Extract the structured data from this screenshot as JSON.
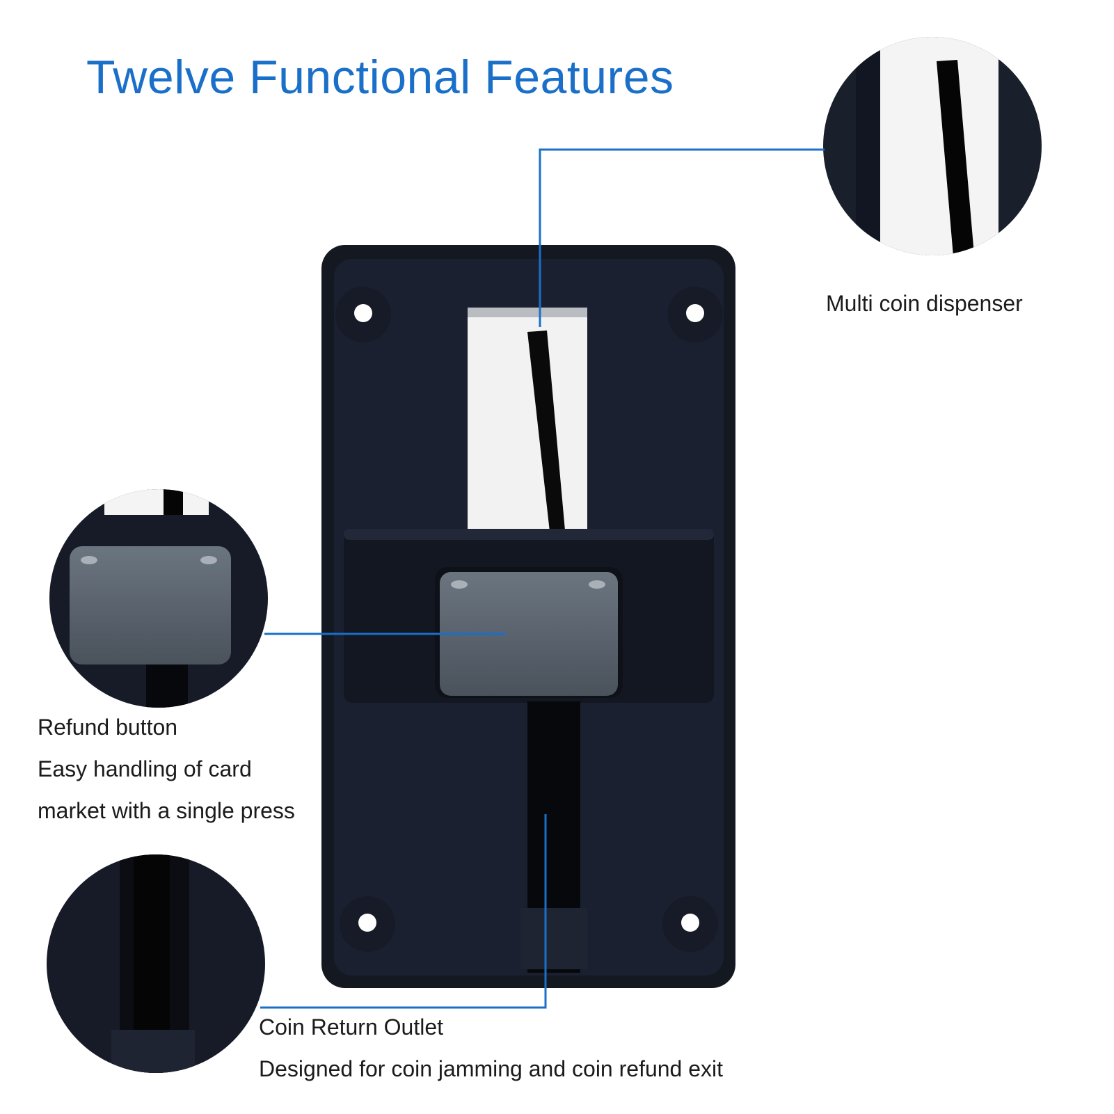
{
  "title": "Twelve Functional Features",
  "accent_color": "#1a6fc9",
  "features": [
    {
      "id": "dispenser",
      "lines": [
        "Multi coin dispenser"
      ]
    },
    {
      "id": "refund",
      "lines": [
        "Refund button",
        "Easy handling of card",
        "market with a single press"
      ]
    },
    {
      "id": "return",
      "lines": [
        "Coin Return Outlet",
        "Designed for coin jamming and coin refund exit"
      ]
    }
  ]
}
